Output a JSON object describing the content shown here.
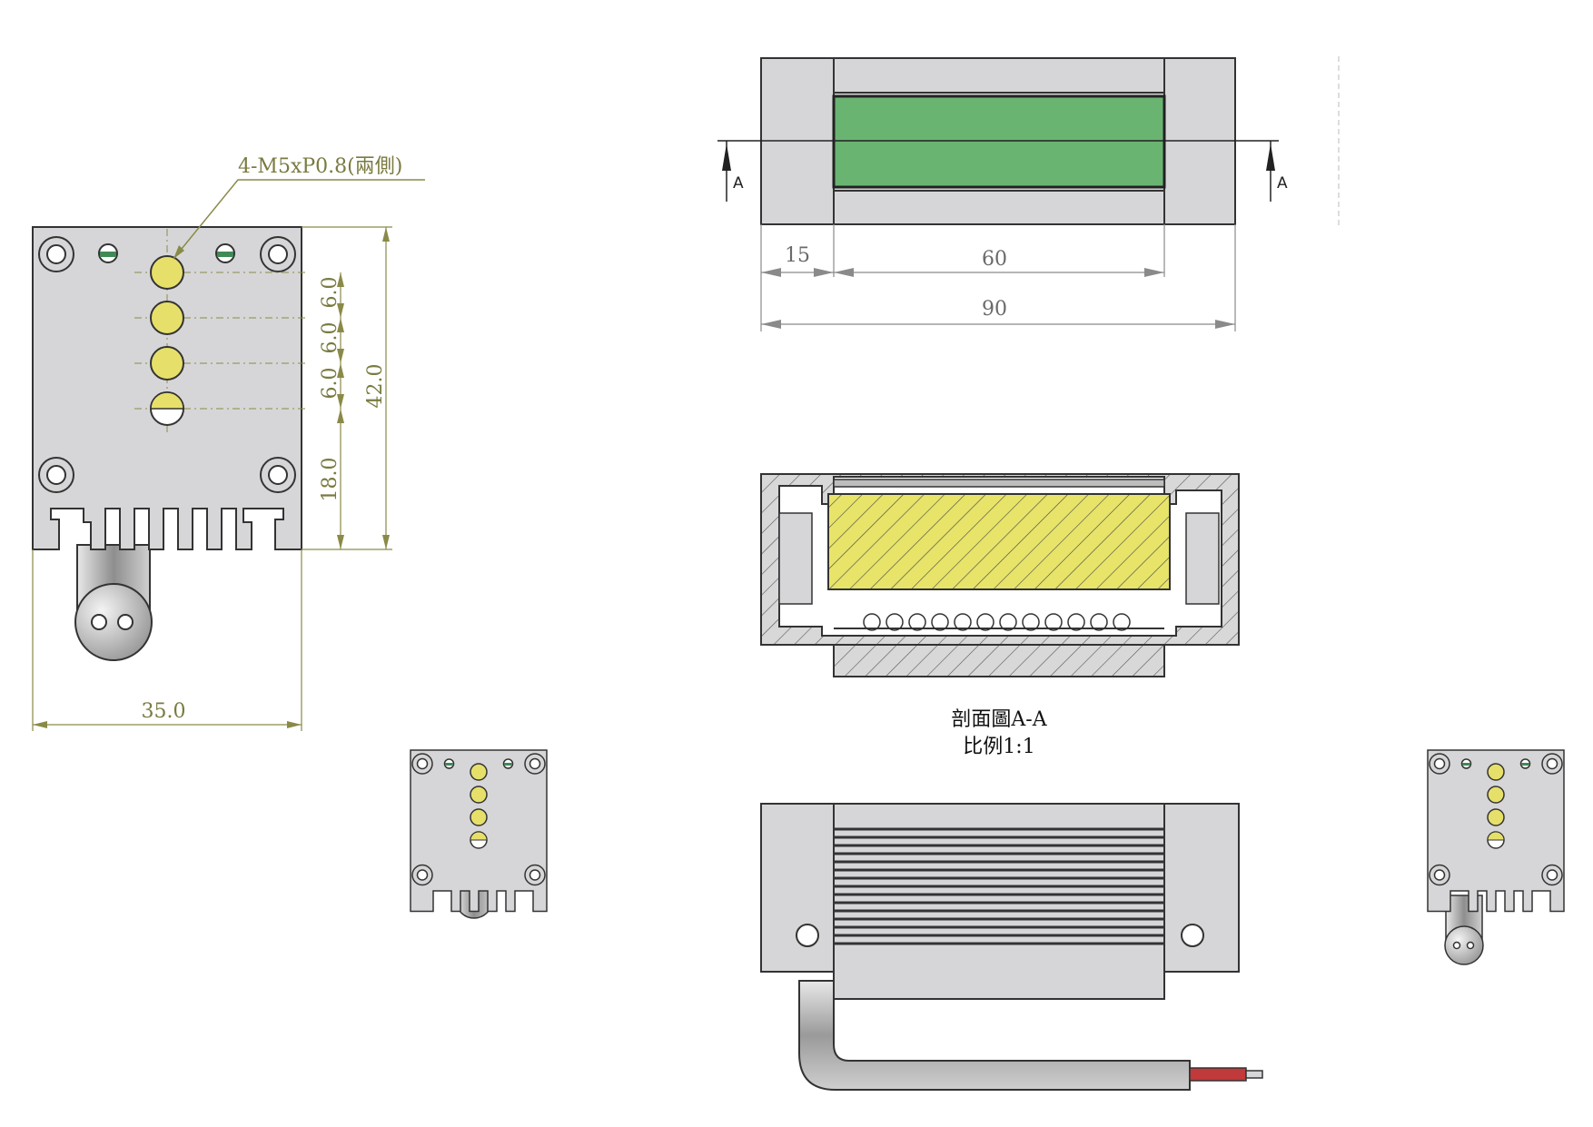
{
  "thread_note": "4-M5xP0.8(兩側)",
  "front_view": {
    "pitch_1": "6.0",
    "pitch_2": "6.0",
    "pitch_3": "6.0",
    "offset": "18.0",
    "height": "42.0",
    "width": "35.0"
  },
  "top_view": {
    "section_mark_left": "A",
    "section_mark_right": "A",
    "dim_end": "15",
    "dim_window": "60",
    "dim_total": "90"
  },
  "section": {
    "title": "剖面圖A-A",
    "scale": "比例1:1"
  },
  "colors": {
    "body": "#d6d6d8",
    "window": "#6ab472",
    "lens": "#e6e06a",
    "dim_olive": "#8a8a48",
    "dim_gray": "#8a8a8a",
    "wire": "#c0393b"
  }
}
